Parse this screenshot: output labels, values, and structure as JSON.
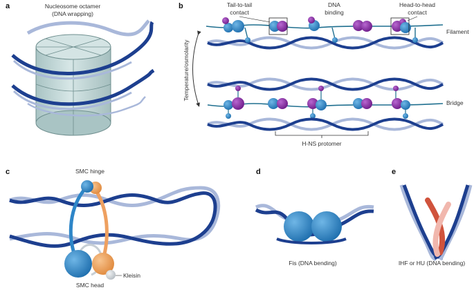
{
  "panels": {
    "a": {
      "letter": "a",
      "title_line1": "Nucleosome octamer",
      "title_line2": "(DNA wrapping)"
    },
    "b": {
      "letter": "b",
      "tail_to_tail_line1": "Tail-to-tail",
      "tail_to_tail_line2": "contact",
      "dna_binding_line1": "DNA",
      "dna_binding_line2": "binding",
      "head_to_head_line1": "Head-to-head",
      "head_to_head_line2": "contact",
      "filament": "Filament",
      "bridge": "Bridge",
      "side_axis": "Temperature/osmolarity",
      "protomer": "H-NS protomer"
    },
    "c": {
      "letter": "c",
      "hinge": "SMC hinge",
      "head": "SMC head",
      "kleisin": "Kleisin"
    },
    "d": {
      "letter": "d",
      "caption": "Fis (DNA bending)"
    },
    "e": {
      "letter": "e",
      "caption": "IHF or HU (DNA bending)"
    }
  },
  "colors": {
    "dna_dark": "#1d3f8f",
    "dna_light": "#a9b8da",
    "blue_protein": "#2e86c8",
    "purple_protein": "#8a2aa6",
    "orange_protein": "#eea060",
    "nucleosome": "#c9dcdc",
    "red_protein": "#d0533c",
    "pink_protein": "#f1b7ad"
  }
}
